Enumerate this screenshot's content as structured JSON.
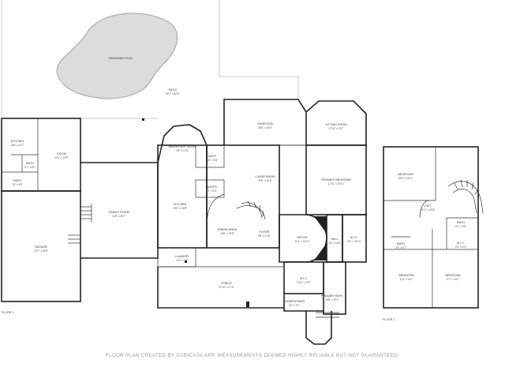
{
  "plan": {
    "floors": [
      {
        "label": "FLOOR 1",
        "rooms": [
          {
            "id": "pool",
            "name": "SWIMMING POOL",
            "dims": ""
          },
          {
            "id": "patio",
            "name": "PATIO",
            "dims": "80'1\" x 40'8\""
          },
          {
            "id": "kitchen2",
            "name": "KITCHEN",
            "dims": "10'8\" x 10'7\""
          },
          {
            "id": "room",
            "name": "ROOM",
            "dims": "13'0\" x 20'8\""
          },
          {
            "id": "bath1",
            "name": "BATH",
            "dims": "8'7\" x 8'5\""
          },
          {
            "id": "bath2",
            "name": "BATH",
            "dims": "7'8\" x 8'5\""
          },
          {
            "id": "sunroom",
            "name": "SUNROOM",
            "dims": "38'6\" x 15'0\""
          },
          {
            "id": "sitting",
            "name": "SITTING ROOM",
            "dims": "17'10\" x 13'7\""
          },
          {
            "id": "breakfast",
            "name": "BREAKFAST NOOK",
            "dims": "9'8\" x 11'8\""
          },
          {
            "id": "bath3",
            "name": "BATH",
            "dims": "9'8\" x 5'8\""
          },
          {
            "id": "living",
            "name": "LIVING ROOM",
            "dims": "32'0\" x 20'8\""
          },
          {
            "id": "primary_bed",
            "name": "PRIMARY BEDROOM",
            "dims": "17'10\" x 20'10\""
          },
          {
            "id": "pantry",
            "name": "PANTRY",
            "dims": "6'8\" x 6'5\""
          },
          {
            "id": "family",
            "name": "FAMILY ROOM",
            "dims": "22'8\" x 26'7\""
          },
          {
            "id": "kitchen1",
            "name": "KITCHEN",
            "dims": "20'0\" x 24'8\""
          },
          {
            "id": "dining",
            "name": "DINING AREA",
            "dims": "13'8\" x 19'8\""
          },
          {
            "id": "foyer",
            "name": "FOYER",
            "dims": "8'8\" x 13'8\""
          },
          {
            "id": "office",
            "name": "OFFICE",
            "dims": "14'1\" x 13'10\""
          },
          {
            "id": "hall",
            "name": "HALL",
            "dims": "4'5\" x 14'5\""
          },
          {
            "id": "wic1",
            "name": "W.I.C.",
            "dims": "8'8\" x 15'10\""
          },
          {
            "id": "garage",
            "name": "GARAGE",
            "dims": "23'7\" x 33'8\""
          },
          {
            "id": "laundry",
            "name": "LAUNDRY",
            "dims": "14'0\" x 8'7\""
          },
          {
            "id": "porch",
            "name": "PORCH",
            "dims": "57'10\" x 17'5\""
          },
          {
            "id": "wic2",
            "name": "W.I.C.",
            "dims": "9'10\" x 10'8\""
          },
          {
            "id": "primary_bath",
            "name": "PRIMARY BATH",
            "dims": "13'8\" x 23'7\""
          },
          {
            "id": "understairs",
            "name": "UNDERSTAIRS",
            "dims": "5'2\" x 4'3\""
          }
        ]
      },
      {
        "label": "FLOOR 2",
        "rooms": [
          {
            "id": "bed_a",
            "name": "BEDROOM",
            "dims": "14'5\" x 18'11\""
          },
          {
            "id": "loft",
            "name": "LOFT",
            "dims": "18'11\" x 20'8\""
          },
          {
            "id": "bath4",
            "name": "BATH",
            "dims": "8'4\" x 6'8\""
          },
          {
            "id": "bath5",
            "name": "BATH",
            "dims": "7'8\" x 6'7\""
          },
          {
            "id": "wic3",
            "name": "W.I.C.",
            "dims": "9'4\" x 6'5\""
          },
          {
            "id": "bed_b",
            "name": "BEDROOM",
            "dims": "11'8\" x 16'1\""
          },
          {
            "id": "bed_c",
            "name": "BEDROOM",
            "dims": "12'7\" x 16'7\""
          }
        ]
      }
    ],
    "disclaimer": "FLOOR PLAN CREATED BY CUBICASA APP. MEASUREMENTS DEEMED HIGHLY RELIABLE BUT NOT GUARANTEED."
  }
}
